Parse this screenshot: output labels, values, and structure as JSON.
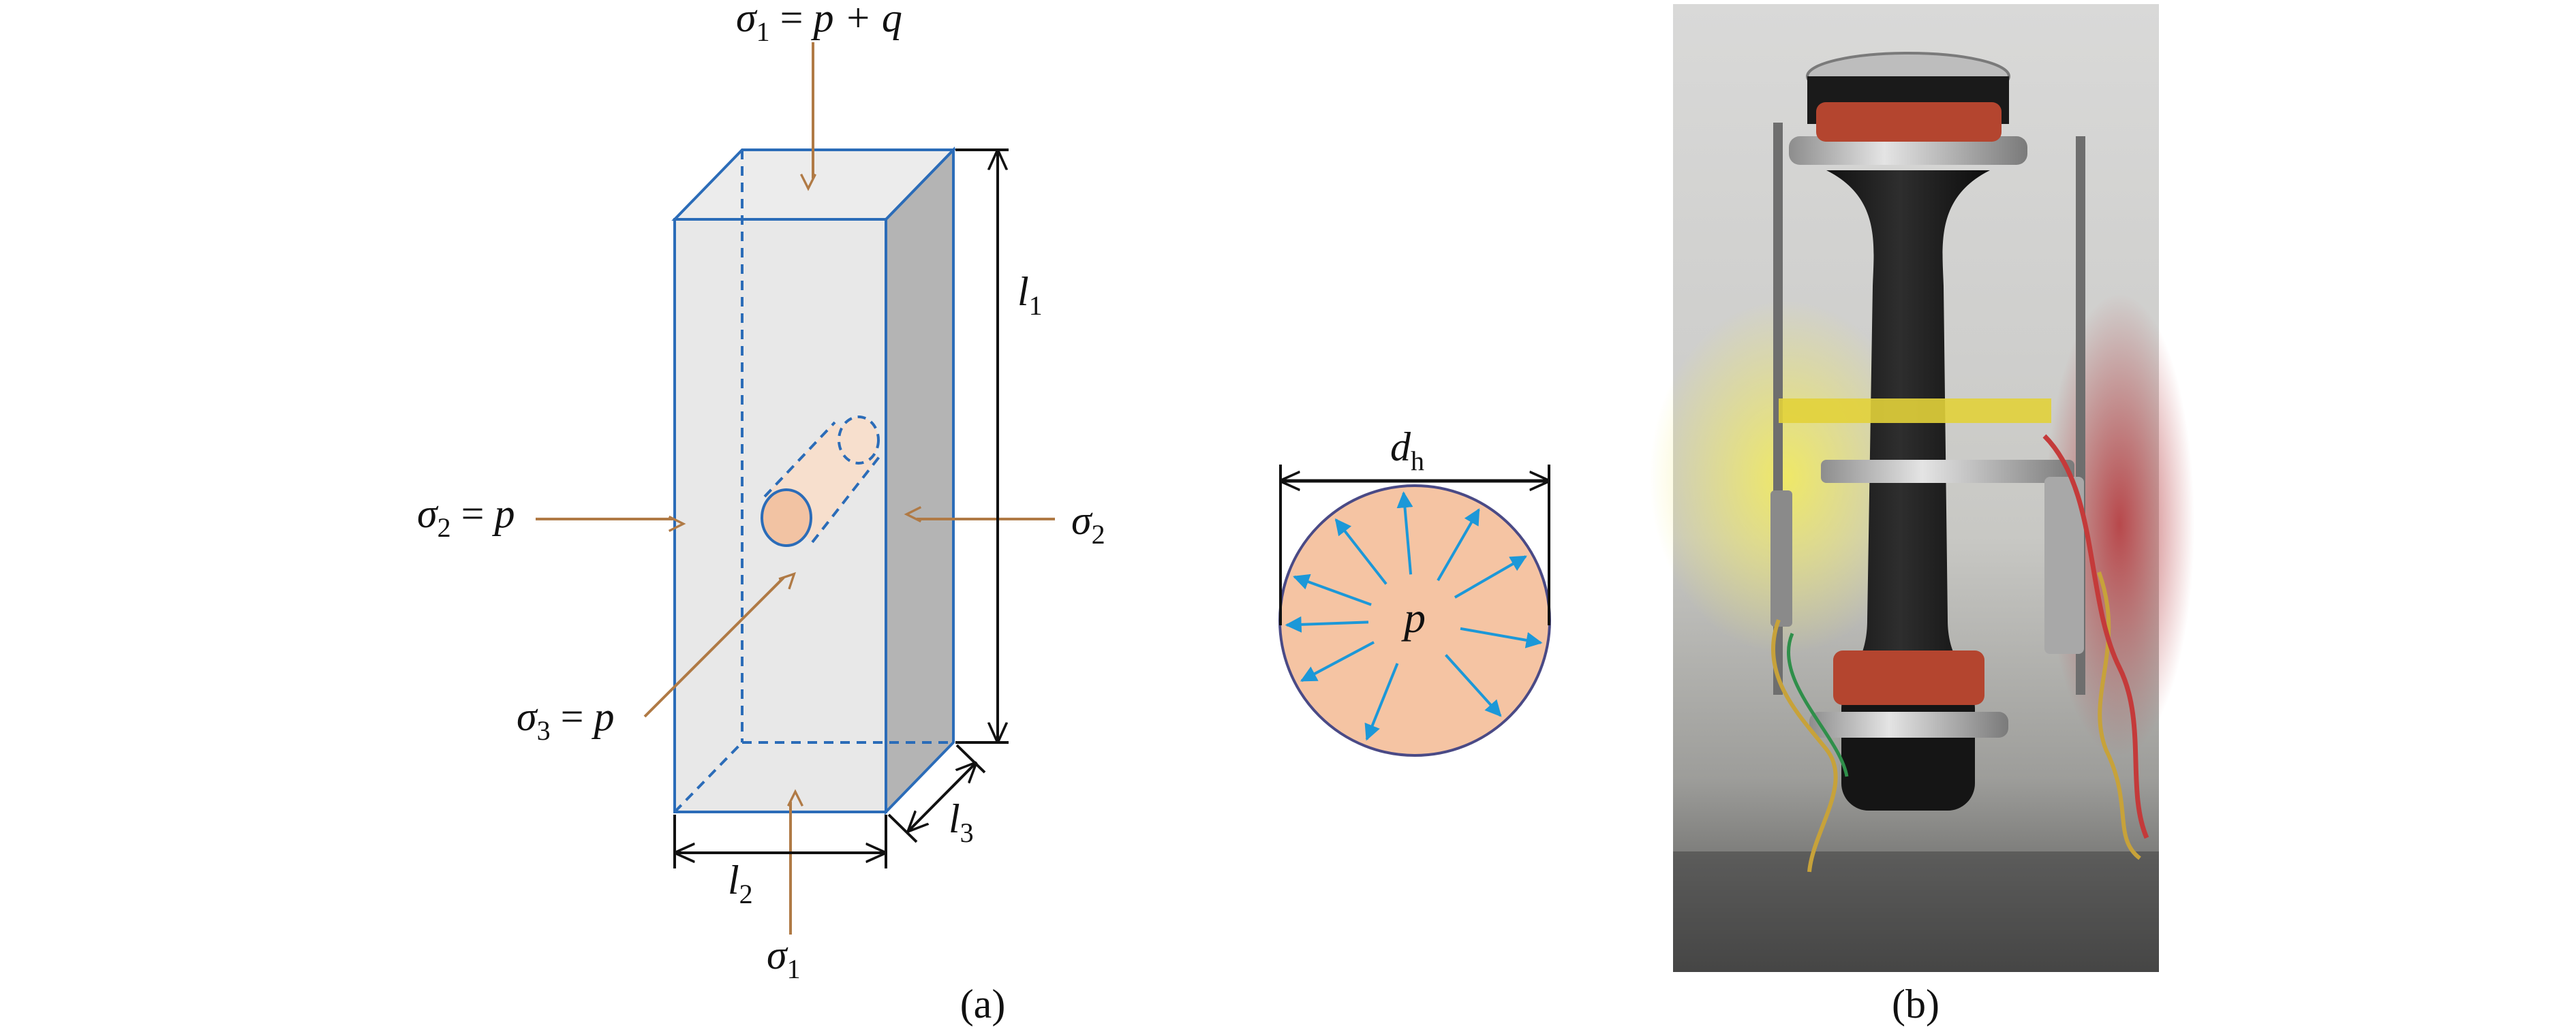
{
  "panel_a": {
    "sigma1_top": {
      "sym": "σ",
      "sub": "1",
      "eq": " = ",
      "rhs": "p + q"
    },
    "sigma2_left": {
      "sym": "σ",
      "sub": "2",
      "eq": " = ",
      "rhs": "p"
    },
    "sigma2_right": {
      "sym": "σ",
      "sub": "2"
    },
    "sigma3": {
      "sym": "σ",
      "sub": "3",
      "eq": " = ",
      "rhs": "p"
    },
    "sigma1_bottom": {
      "sym": "σ",
      "sub": "1"
    },
    "l1": {
      "sym": "l",
      "sub": "1"
    },
    "l2": {
      "sym": "l",
      "sub": "2"
    },
    "l3": {
      "sym": "l",
      "sub": "3"
    },
    "caption": "(a)"
  },
  "panel_hole": {
    "diameter": {
      "sym": "d",
      "sub": "h"
    },
    "pressure": "p"
  },
  "panel_b": {
    "caption": "(b)"
  },
  "colors": {
    "block_edge": "#2b6cb8",
    "block_front": "#e6e6e6",
    "block_side": "#b4b4b4",
    "block_top": "#ececec",
    "load_arrow": "#b07a45",
    "hole_fill": "#f5c4a3",
    "hole_edge": "#4a4a86",
    "pressure_arrow": "#1c98d8",
    "dimension": "#111111"
  },
  "icons": {
    "load_arrows": "arrow-icon",
    "pressure_arrows": "arrow-icon"
  }
}
